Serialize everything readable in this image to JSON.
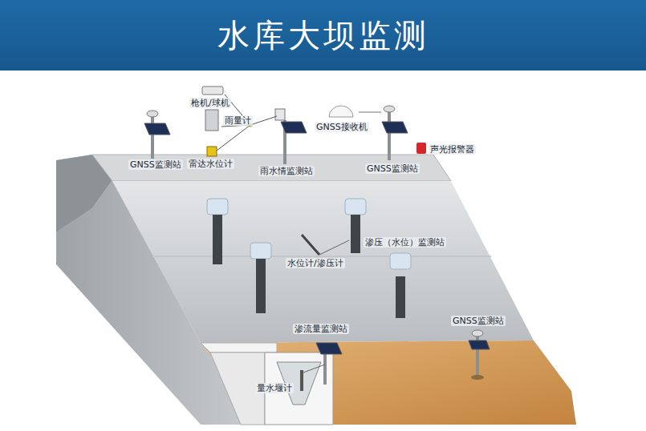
{
  "diagram": {
    "title": "水库大坝监测",
    "labels": [
      "枪机/球机",
      "雨量计",
      "雷达水位计",
      "雨水情监测站",
      "GNSS监测站",
      "GNSS接收机",
      "GNSS监测站",
      "声光报警器",
      "渗压（水位）监测站",
      "水位计/渗压计",
      "渗流量监测站",
      "量水堰计",
      "GNSS监测站"
    ]
  }
}
